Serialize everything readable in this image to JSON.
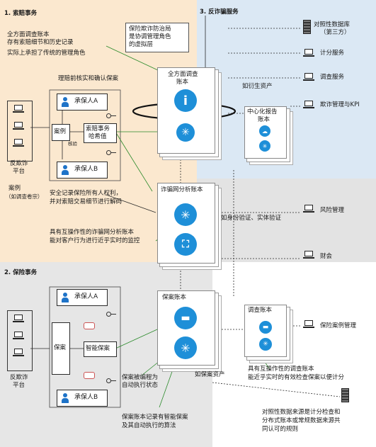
{
  "sections": {
    "claims": "1. 索赔事务",
    "fraud": "3. 反诈骗服务",
    "policy": "2. 保险事务"
  },
  "claims": {
    "note1_line1": "全方面调查账本",
    "note1_line2": "存有索赔细节和历史记录",
    "note1_line3": "实际上承担了传统的管理角色",
    "note2": "理赔前核实和确认保案",
    "insurer_a": "承保人A",
    "insurer_b": "承保人B",
    "case_label": "案例",
    "claims_agent_line1": "索赔事务",
    "claims_agent_line2": "哈希值",
    "ping": "核验",
    "antifraud_line1": "反欺诈",
    "antifraud_line2": "平台",
    "case_caption_line1": "案例",
    "case_caption_line2": "（如调查卷宗）",
    "note3_line1": "安全记录保险所有人权利，",
    "note3_line2": "并对索赔交易细节进行解码",
    "note4_line1": "具有互操作性的诈骗网分析账本",
    "note4_line2": "能对客户行为进行近乎实时的监控"
  },
  "center": {
    "callout_line1": "保险欺诈防治局",
    "callout_line2": "是协调管理角色",
    "callout_line3": "的虚拟层",
    "ledger1_line1": "全方面调查",
    "ledger1_line2": "账本",
    "ledger1_icon": "i",
    "derived_assets": "如衍生资产",
    "ledger2": "诈骗网分析账本",
    "identity_verify": "如身份验证、实体验证",
    "ledger3": "保案账本",
    "policy_assets": "如保案资产"
  },
  "fraud": {
    "central_ledger_line1": "中心化报告",
    "central_ledger_line2": "账本",
    "db_line1": "对照性数据库",
    "db_line2": "（第三方）",
    "svc1": "计分服务",
    "svc2": "调查服务",
    "svc3": "欺诈管理与KPI",
    "svc4": "风险管理",
    "svc5": "财会",
    "svc6": "保险案例管理"
  },
  "policy": {
    "insurer_a": "承保人A",
    "insurer_b": "承保人B",
    "case_label": "保案",
    "smart_policy": "智能保案",
    "antifraud_line1": "反欺诈",
    "antifraud_line2": "平台",
    "note1_line1": "保案被编程为",
    "note1_line2": "自动执行状态",
    "note2_line1": "保案账本记录有智能保案",
    "note2_line2": "及其自动执行的算法",
    "investigation_ledger": "调查账本",
    "note3_line1": "具有互操作性的调查账本",
    "note3_line2": "能近乎实时的有效检查保案以便计分",
    "note4_line1": "对照性数据来源是计分检查和",
    "note4_line2": "分布式账本或常规数据来源共",
    "note4_line3": "同认可的规则"
  },
  "colors": {
    "accent": "#1e8fd8",
    "claims_bg": "#fbe8cf",
    "fraud_bg": "#dbe8f4",
    "policy_bg": "#e6e6e6"
  }
}
